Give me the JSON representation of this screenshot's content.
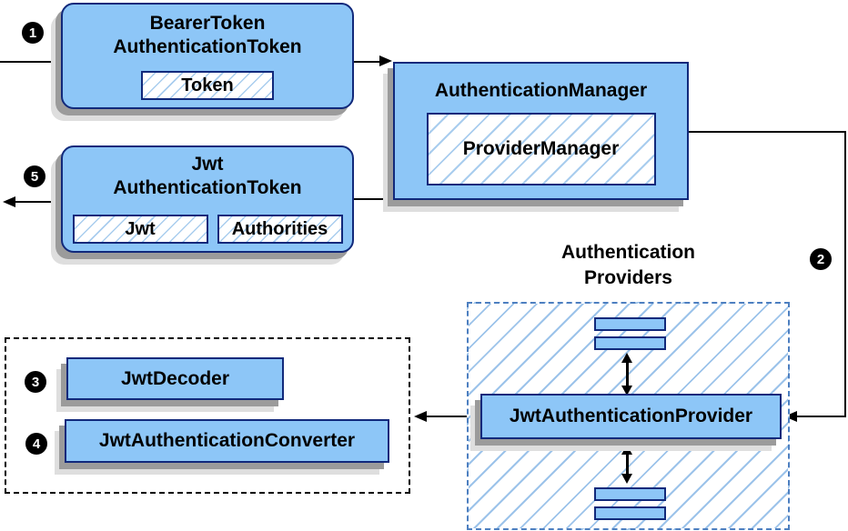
{
  "diagram": {
    "nodes": {
      "bearer_token": {
        "title": [
          "BearerToken",
          "AuthenticationToken"
        ],
        "chip": "Token"
      },
      "authentication_manager": {
        "title": "AuthenticationManager",
        "inner": "ProviderManager"
      },
      "jwt_authentication_token": {
        "title": [
          "Jwt",
          "AuthenticationToken"
        ],
        "chips": [
          "Jwt",
          "Authorities"
        ]
      },
      "jwt_decoder": {
        "label": "JwtDecoder"
      },
      "jwt_authentication_converter": {
        "label": "JwtAuthenticationConverter"
      },
      "jwt_authentication_provider": {
        "label": "JwtAuthenticationProvider"
      }
    },
    "providers_group": {
      "heading": [
        "Authentication",
        "Providers"
      ]
    },
    "steps": [
      "1",
      "2",
      "3",
      "4",
      "5"
    ],
    "colors": {
      "node_fill": "#8dc6f7",
      "node_border": "#11297b",
      "hatch_line": "#a9cdee",
      "providers_dashed_border": "#4d7fc0",
      "outer_dashed_border": "#000000",
      "connector": "#000000",
      "shadow_dark": "#9b9b9b",
      "shadow_light": "#dedede",
      "badge_background": "#000000",
      "badge_text": "#ffffff"
    }
  }
}
